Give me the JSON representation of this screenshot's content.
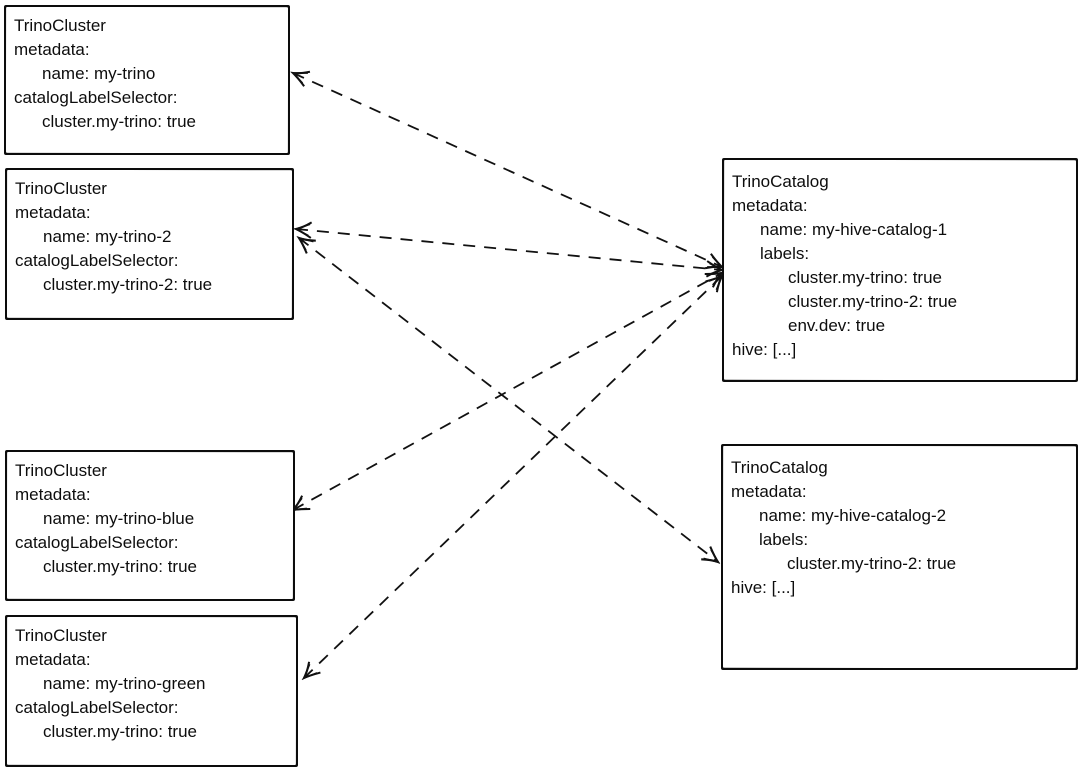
{
  "diagram": {
    "background_color": "#ffffff",
    "stroke_color": "#111111",
    "text_color": "#0d0d0d",
    "arrow_style": "dashed, open arrowheads on both ends"
  },
  "boxes": {
    "cluster1": {
      "kind": "TrinoCluster",
      "lines": [
        "TrinoCluster",
        "metadata:",
        "name: my-trino",
        "catalogLabelSelector:",
        "cluster.my-trino: true"
      ]
    },
    "cluster2": {
      "kind": "TrinoCluster",
      "lines": [
        "TrinoCluster",
        "metadata:",
        "name: my-trino-2",
        "catalogLabelSelector:",
        "cluster.my-trino-2: true"
      ]
    },
    "cluster3": {
      "kind": "TrinoCluster",
      "lines": [
        "TrinoCluster",
        "metadata:",
        "name: my-trino-blue",
        "catalogLabelSelector:",
        "cluster.my-trino: true"
      ]
    },
    "cluster4": {
      "kind": "TrinoCluster",
      "lines": [
        "TrinoCluster",
        "metadata:",
        "name: my-trino-green",
        "catalogLabelSelector:",
        "cluster.my-trino: true"
      ]
    },
    "catalog1": {
      "kind": "TrinoCatalog",
      "lines": [
        "TrinoCatalog",
        "metadata:",
        "name: my-hive-catalog-1",
        "labels:",
        "cluster.my-trino: true",
        "cluster.my-trino-2: true",
        "env.dev: true",
        "hive: [...]"
      ]
    },
    "catalog2": {
      "kind": "TrinoCatalog",
      "lines": [
        "TrinoCatalog",
        "metadata:",
        "name: my-hive-catalog-2",
        "labels:",
        "cluster.my-trino-2: true",
        "hive: [...]"
      ]
    }
  },
  "connections": [
    {
      "from": "my-trino",
      "to": "my-hive-catalog-1",
      "bidirectional": true
    },
    {
      "from": "my-trino-2",
      "to": "my-hive-catalog-1",
      "bidirectional": true
    },
    {
      "from": "my-trino-blue",
      "to": "my-hive-catalog-1",
      "bidirectional": true
    },
    {
      "from": "my-trino-green",
      "to": "my-hive-catalog-1",
      "bidirectional": true
    },
    {
      "from": "my-trino-2",
      "to": "my-hive-catalog-2",
      "bidirectional": true
    }
  ]
}
